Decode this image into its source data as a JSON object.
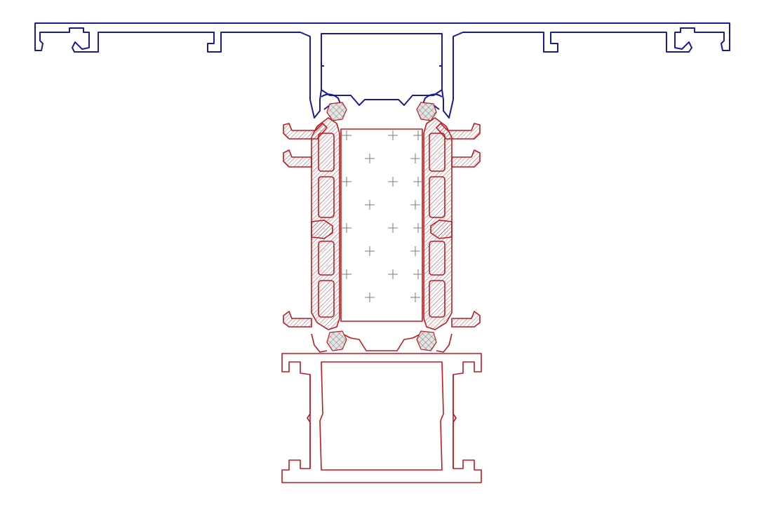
{
  "colors": {
    "background": "#ffffff",
    "cover_profile": "#1a1a9c",
    "frame_profile": "#c0181e",
    "insulation_marks": "#7a7a7a",
    "gasket_fill": "#d8d8d8",
    "hatch": "#c0181e"
  },
  "parts": [
    {
      "id": "top-cover-profile",
      "color": "cover_profile"
    },
    {
      "id": "thermal-break-frame",
      "color": "frame_profile",
      "hatched": true
    },
    {
      "id": "insulation-core",
      "color": "frame_profile"
    },
    {
      "id": "bottom-mullion-profile",
      "color": "frame_profile"
    },
    {
      "id": "gaskets",
      "count": 4
    }
  ]
}
